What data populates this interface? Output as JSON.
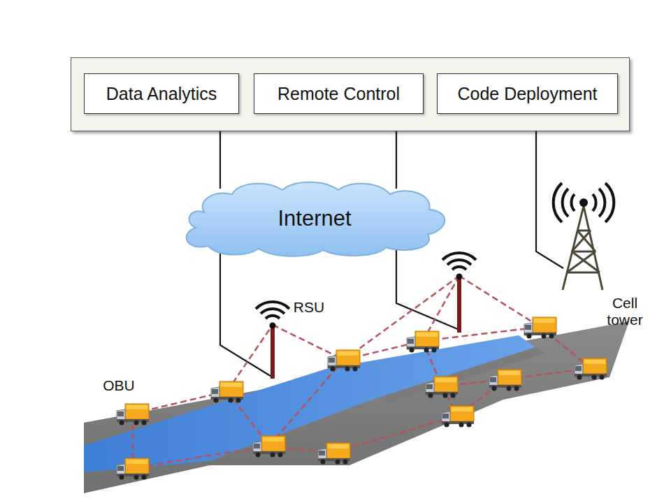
{
  "diagram": {
    "nodes": [
      {
        "text": []
      },
      {
        "text": [
          "Data Analytics"
        ],
        "in": 0
      },
      {
        "text": [
          "Remote Control"
        ],
        "in": 0
      },
      {
        "text": [
          "Code Deployment"
        ],
        "in": 0
      },
      {
        "text": [
          "Internet"
        ]
      }
    ],
    "edges": [
      {
        "from": 0,
        "to": 4,
        "arrow": "none"
      },
      {
        "from": 0,
        "to": 4,
        "arrow": "none"
      }
    ],
    "labels": [
      "RSU",
      "Cell tower",
      "OBU"
    ]
  }
}
